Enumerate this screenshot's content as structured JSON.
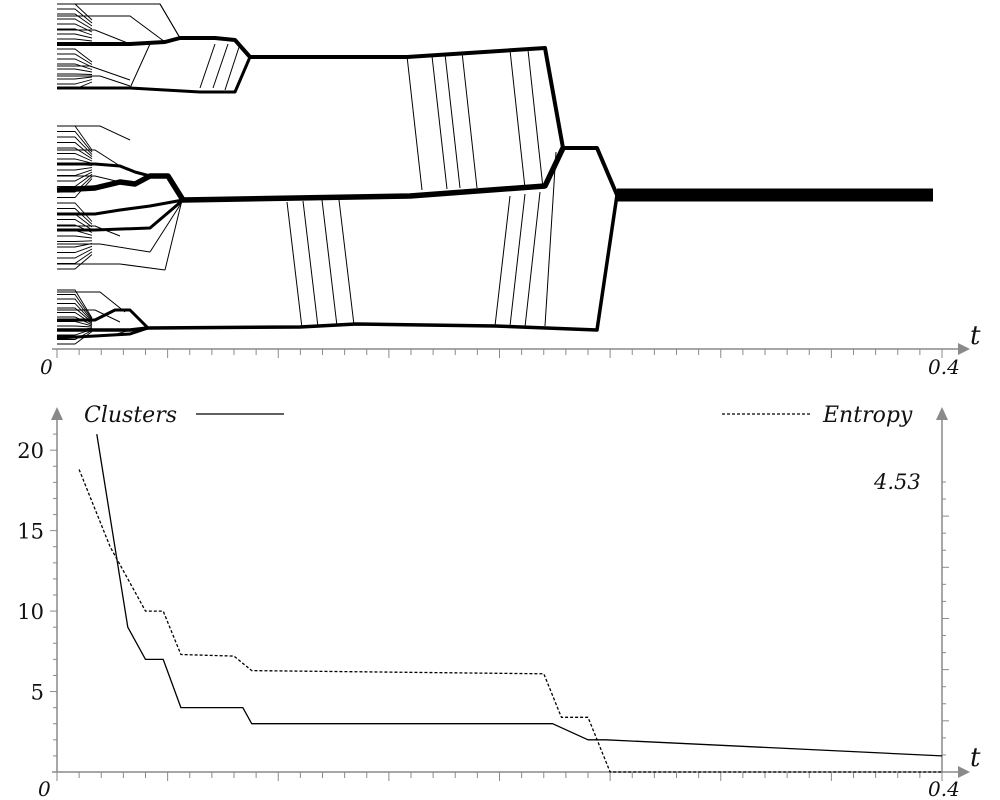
{
  "chart_data": [
    {
      "type": "line",
      "subtype": "clustering-tree",
      "x_label": "t",
      "x_tick_labels": [
        "0",
        "0.4"
      ],
      "xlim": [
        0,
        0.4
      ],
      "merge_events": [
        {
          "t": 0.045,
          "description": "middle group merges into main middle branch"
        },
        {
          "t": 0.088,
          "description": "upper group collapses into single upper branch"
        },
        {
          "t": 0.224,
          "description": "upper branch merges into middle branch"
        },
        {
          "t": 0.248,
          "description": "lower branch merges, single cluster remains"
        }
      ],
      "final_clusters": 1
    },
    {
      "type": "line",
      "x_label": "t",
      "x_tick_labels": [
        "0",
        "0.4"
      ],
      "xlim": [
        0,
        0.4
      ],
      "y_left_tick_labels": [
        "5",
        "10",
        "15",
        "20"
      ],
      "ylim_left": [
        0,
        22
      ],
      "y_right_tick_labels": [
        "4.53"
      ],
      "legend": [
        "Clusters",
        "Entropy"
      ],
      "series": [
        {
          "name": "Clusters",
          "style": "solid",
          "axis": "left",
          "x": [
            0.018,
            0.032,
            0.04,
            0.048,
            0.056,
            0.084,
            0.088,
            0.224,
            0.24,
            0.248,
            0.4
          ],
          "y": [
            21,
            9,
            7,
            7,
            4,
            4,
            3,
            3,
            2,
            2,
            1
          ]
        },
        {
          "name": "Entropy",
          "style": "dashed",
          "axis": "right",
          "x": [
            0.01,
            0.024,
            0.04,
            0.048,
            0.056,
            0.08,
            0.088,
            0.22,
            0.228,
            0.24,
            0.25,
            0.4
          ],
          "y": [
            18.8,
            14.0,
            10.0,
            10.0,
            7.3,
            7.2,
            6.3,
            6.1,
            3.4,
            3.4,
            0,
            0
          ]
        }
      ]
    }
  ]
}
